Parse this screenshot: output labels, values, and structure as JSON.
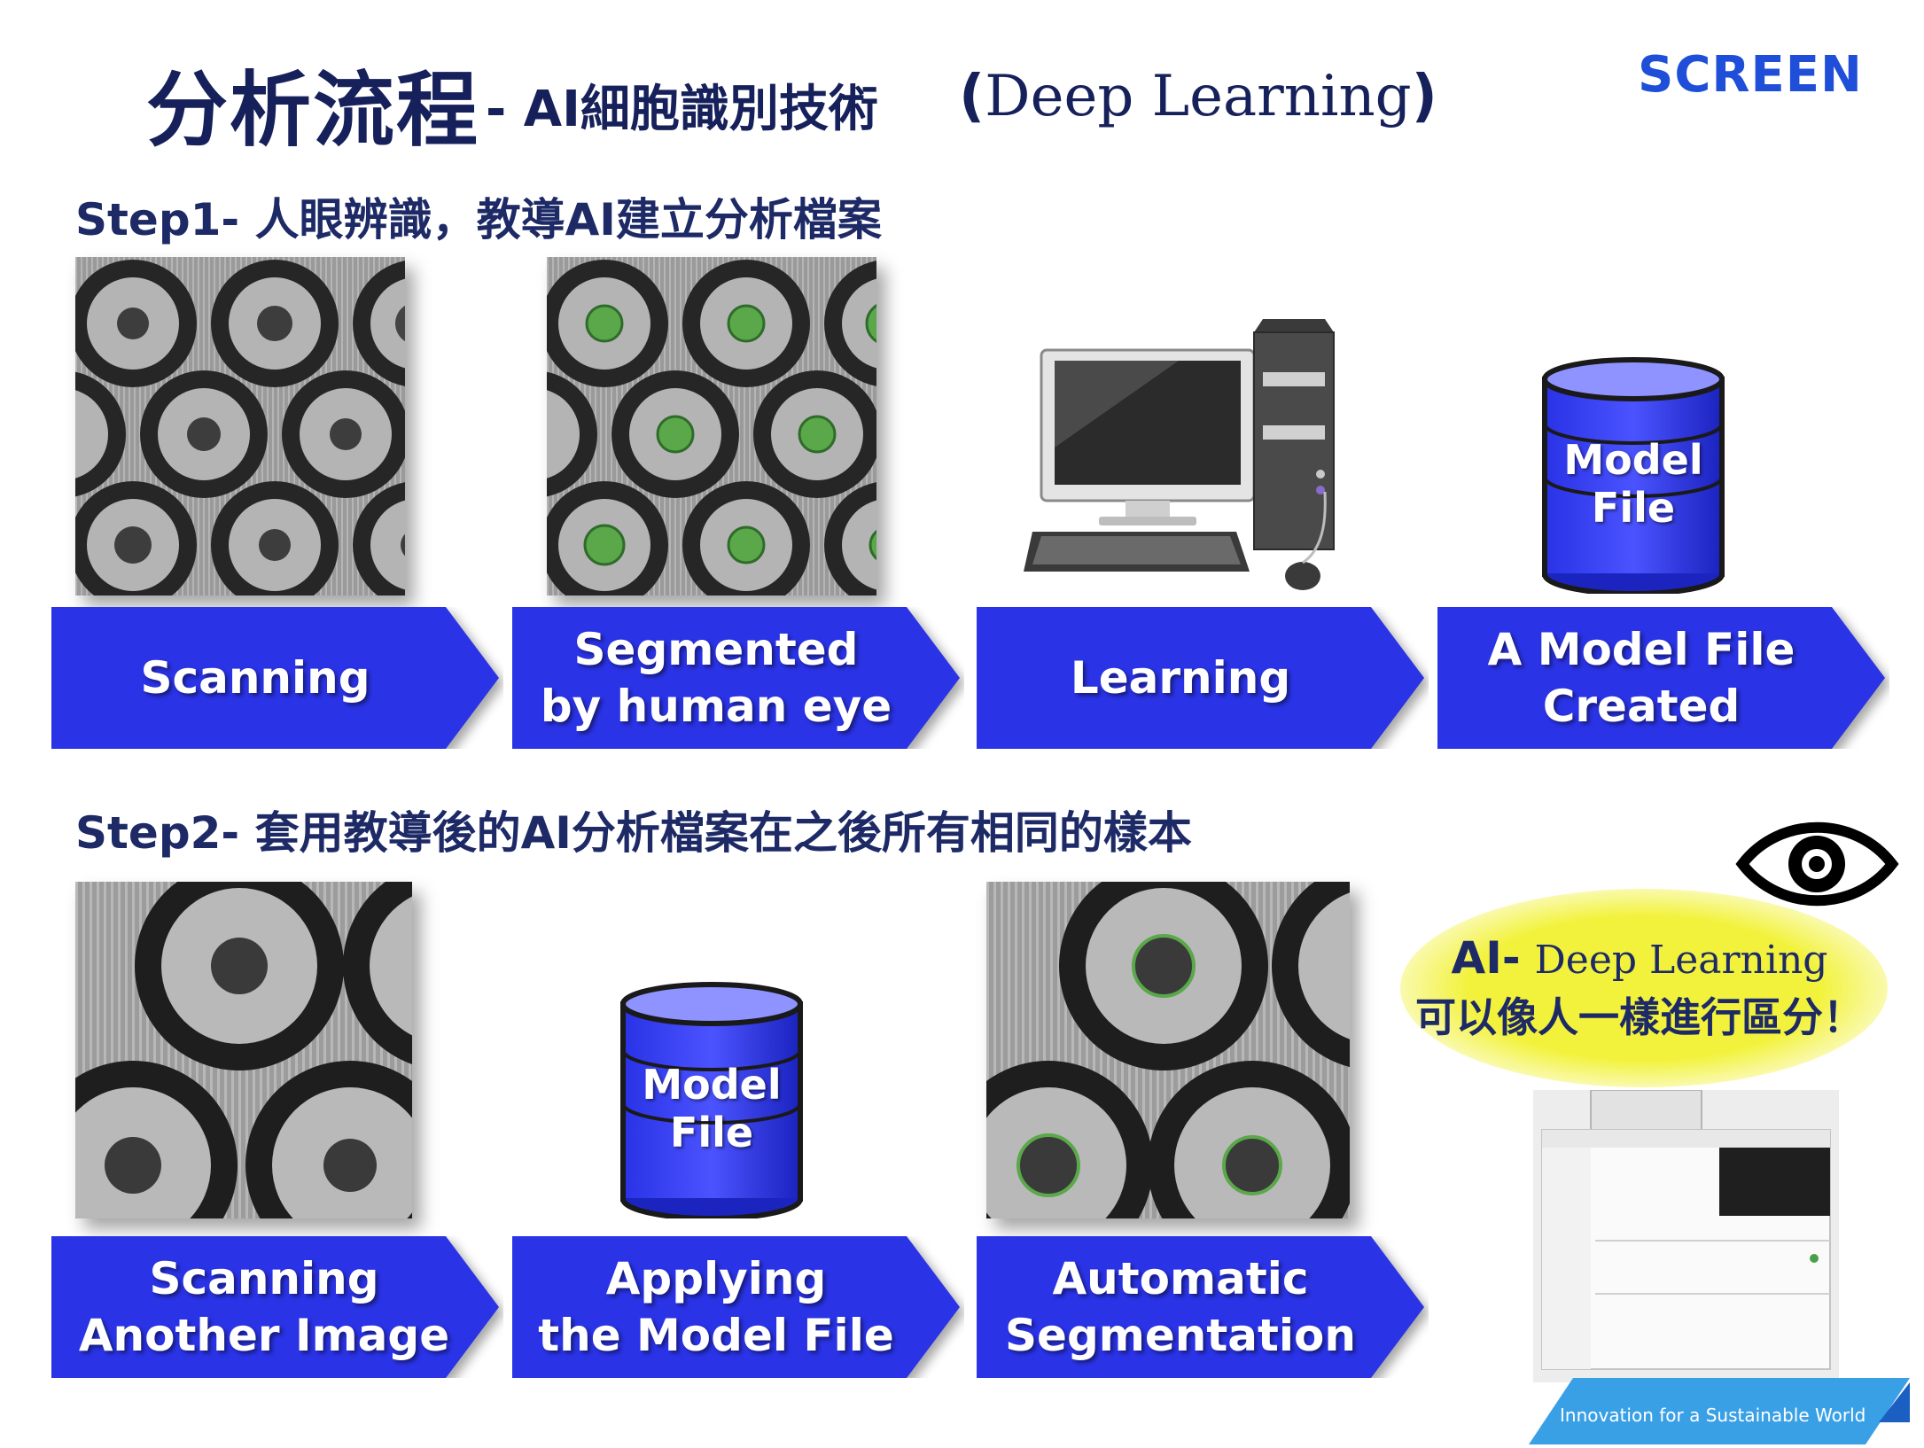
{
  "title": {
    "main": "分析流程",
    "sub": "- AI細胞識別技術",
    "paren_open": "(",
    "paren_text": "Deep Learning",
    "paren_close": ")"
  },
  "logo": "SCREEN",
  "step1": {
    "heading": "Step1- 人眼辨識，教導AI建立分析檔案",
    "arrows": [
      {
        "line1": "Scanning",
        "line2": ""
      },
      {
        "line1": "Segmented",
        "line2": "by human eye"
      },
      {
        "line1": "Learning",
        "line2": ""
      },
      {
        "line1": "A Model File",
        "line2": "Created"
      }
    ],
    "model_db": {
      "line1": "Model",
      "line2": "File"
    }
  },
  "step2": {
    "heading": "Step2- 套用教導後的AI分析檔案在之後所有相同的樣本",
    "arrows": [
      {
        "line1": "Scanning",
        "line2": "Another Image"
      },
      {
        "line1": "Applying",
        "line2": "the Model File"
      },
      {
        "line1": "Automatic",
        "line2": "Segmentation"
      }
    ],
    "model_db": {
      "line1": "Model",
      "line2": "File"
    }
  },
  "bubble": {
    "ai": "AI-",
    "deep": "Deep Learning",
    "line2": "可以像人一樣進行區分！"
  },
  "tagline": "Innovation for a Sustainable World",
  "colors": {
    "arrow_blue": "#2a33e6",
    "title_navy": "#16205a",
    "logo_blue": "#1f4fd8",
    "bubble_yellow": "#f2f23c",
    "segment_green": "#5aa84a"
  }
}
